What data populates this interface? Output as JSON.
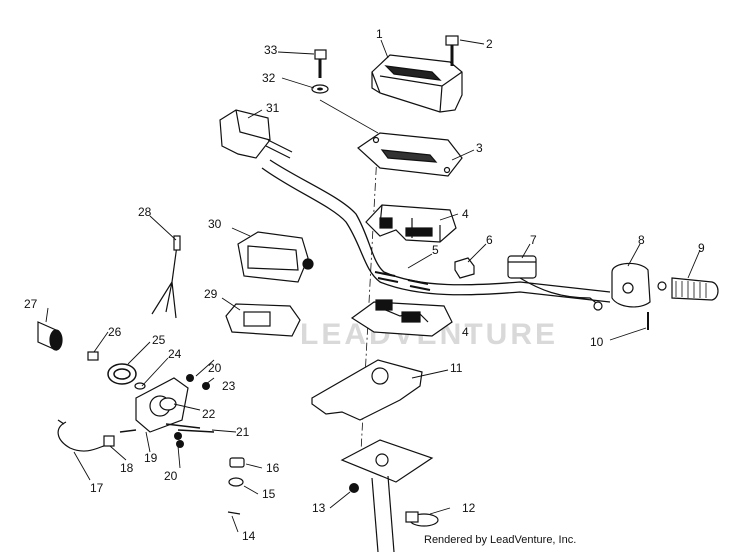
{
  "diagram": {
    "part_numbers": [
      "1",
      "2",
      "3",
      "4",
      "5",
      "6",
      "7",
      "8",
      "9",
      "10",
      "11",
      "12",
      "13",
      "14",
      "15",
      "16",
      "17",
      "18",
      "19",
      "20",
      "21",
      "22",
      "23",
      "24",
      "25",
      "26",
      "27",
      "28",
      "29",
      "30",
      "31",
      "32",
      "33"
    ],
    "watermark": "LEADVENTURE",
    "footer": "Rendered by LeadVenture, Inc."
  },
  "colors": {
    "line": "#111111",
    "paper": "#ffffff",
    "watermark": "#d9d9d9"
  }
}
